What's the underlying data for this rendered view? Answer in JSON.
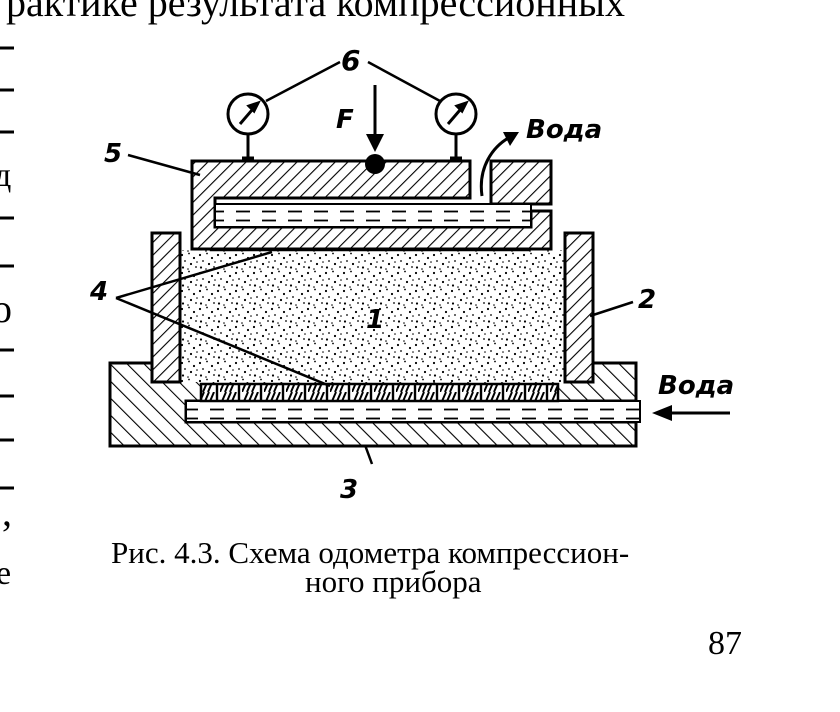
{
  "page_header_fragment": "рактике результата компрессионных",
  "margin_fragments": [
    "д",
    "о",
    "’",
    "е"
  ],
  "labels": {
    "soil": "1",
    "ring": "2",
    "base": "3",
    "porous_stones": "4",
    "stamp": "5",
    "gauges": "6",
    "force": "F",
    "water_out": "Вода",
    "water_in": "Вода"
  },
  "caption": {
    "line1": "Рис. 4.3. Схема одометра компрессион-",
    "line2": "ного прибора"
  },
  "page_number": "87"
}
